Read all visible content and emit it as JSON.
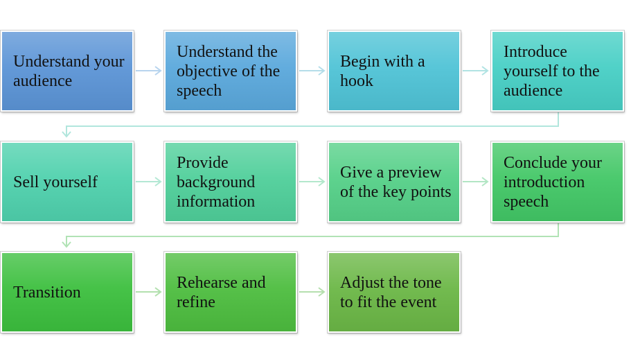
{
  "steps": [
    {
      "label": "Understand your audience",
      "color": "#5b94d6"
    },
    {
      "label": "Understand the objective of the speech",
      "color": "#5aa8dc"
    },
    {
      "label": "Begin with a hook",
      "color": "#4fc3d6"
    },
    {
      "label": "Introduce yourself to the audience",
      "color": "#47cfc5"
    },
    {
      "label": "Sell yourself",
      "color": "#4fd1ad"
    },
    {
      "label": "Provide background information",
      "color": "#4fcf9a"
    },
    {
      "label": "Give a preview of the key points",
      "color": "#55d088"
    },
    {
      "label": "Conclude your introduction speech",
      "color": "#42c766"
    },
    {
      "label": "Transition",
      "color": "#3cbf3e"
    },
    {
      "label": "Rehearse and refine",
      "color": "#4dbd3f"
    },
    {
      "label": "Adjust the tone to fit the event",
      "color": "#6bb746"
    }
  ]
}
